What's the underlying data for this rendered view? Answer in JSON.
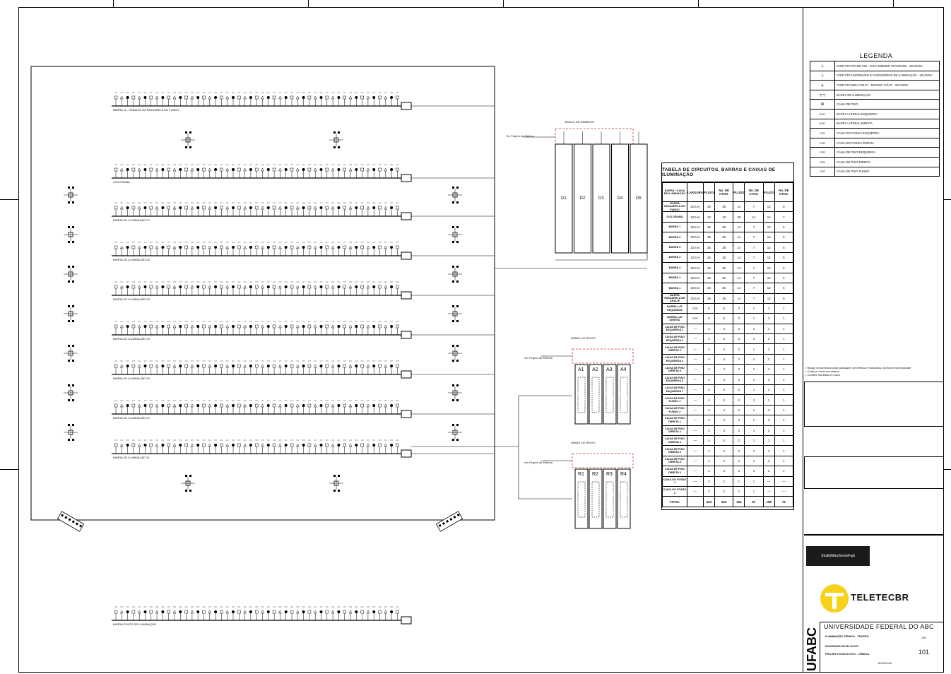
{
  "legend": {
    "title": "LEGENDA",
    "items": [
      {
        "icon": "stage-pin-connector-icon",
        "text": "CONTATO STAGE PIN - PARA DIMMER STANDARD - 20A/220V"
      },
      {
        "icon": "ground-connector-icon",
        "text": "CONTATO UNGROUND P/ ACESSÓRIOS DE ILUMINAÇÃO - 16A/220V"
      },
      {
        "icon": "half-turn-connector-icon",
        "text": "CONTATO MEIA VOLTA - MOVING LIGHT - 20A/220V"
      },
      {
        "icon": "lighting-bar-icon",
        "text": "BARRA DE ILUMINAÇÃO"
      },
      {
        "icon": "floor-box-icon",
        "text": "CAIXA DE PISO"
      },
      {
        "icon": "BLE",
        "text": "BARRA LATERAL ESQUERDA"
      },
      {
        "icon": "BLD",
        "text": "BARRA LATERAL DIREITA"
      },
      {
        "icon": "CFE",
        "text": "CAIXA DO FOSSO ESQUERDA"
      },
      {
        "icon": "CFD",
        "text": "CAIXA DO FOSSO DIREITA"
      },
      {
        "icon": "CPE",
        "text": "CAIXA DE PISO ESQUERDA"
      },
      {
        "icon": "CPD",
        "text": "CAIXA DE PISO DIREITA"
      },
      {
        "icon": "CPF",
        "text": "CAIXA DE PISO FUNDO"
      }
    ]
  },
  "circuit_table": {
    "title": "TABELA DE CIRCUITOS, BARRAS E CAIXAS DE ILUMINAÇÃO",
    "headers": [
      "BARRA / CAIXA DE ILUMINAÇÃO",
      "LARGURA",
      "PLUGS",
      "No. DE CTOS.",
      "PLUGS",
      "No. DE CTOS.",
      "PLUGS",
      "No. DE CTOS."
    ],
    "rows": [
      [
        "BARRA PASSARELA DO FUNDO",
        "22.5 m",
        "26",
        "26",
        "14",
        "7",
        "12",
        "6"
      ],
      [
        "CICLORAMA",
        "22.5 m",
        "10",
        "10",
        "28",
        "14",
        "14",
        "7"
      ],
      [
        "BARRA 7",
        "22.5 m",
        "26",
        "26",
        "14",
        "7",
        "12",
        "6"
      ],
      [
        "BARRA 6",
        "22.5 m",
        "26",
        "26",
        "14",
        "7",
        "12",
        "6"
      ],
      [
        "BARRA 5",
        "22.5 m",
        "26",
        "26",
        "14",
        "7",
        "12",
        "6"
      ],
      [
        "BARRA 4",
        "22.5 m",
        "26",
        "26",
        "14",
        "7",
        "12",
        "6"
      ],
      [
        "BARRA 3",
        "22.5 m",
        "26",
        "26",
        "14",
        "7",
        "12",
        "6"
      ],
      [
        "BARRA 2",
        "22.5 m",
        "26",
        "26",
        "14",
        "7",
        "12",
        "6"
      ],
      [
        "BARRA 1",
        "22.5 m",
        "26",
        "26",
        "14",
        "7",
        "12",
        "6"
      ],
      [
        "BARRA PASSARELA DE ARALIE",
        "22.5 m",
        "26",
        "26",
        "14",
        "7",
        "12",
        "6"
      ],
      [
        "BARRA LAT ESQUERDA",
        "3 m",
        "6",
        "6",
        "2",
        "1",
        "2",
        "1"
      ],
      [
        "BARRA LAT DIREITA",
        "3 m",
        "6",
        "6",
        "2",
        "1",
        "2",
        "1"
      ],
      [
        "CAIXA DE PISO ESQUERDA 1",
        "—",
        "4",
        "4",
        "2",
        "1",
        "2",
        "1"
      ],
      [
        "CAIXA DE PISO ESQUERDA 2",
        "—",
        "4",
        "4",
        "2",
        "1",
        "2",
        "1"
      ],
      [
        "CAIXA DE PISO DIREITA 3",
        "—",
        "4",
        "4",
        "2",
        "1",
        "2",
        "1"
      ],
      [
        "CAIXA DE PISO ESQUERDA 4",
        "—",
        "4",
        "4",
        "2",
        "1",
        "2",
        "1"
      ],
      [
        "CAIXA DE PISO DIREITA 5",
        "—",
        "4",
        "4",
        "2",
        "1",
        "2",
        "1"
      ],
      [
        "CAIXA DE PISO ESQUERDA 6",
        "—",
        "4",
        "4",
        "2",
        "1",
        "2",
        "1"
      ],
      [
        "CAIXA DE PISO ESQUERDA 7",
        "—",
        "4",
        "4",
        "2",
        "1",
        "2",
        "1"
      ],
      [
        "CAIXA DE PISO FUNDO 1",
        "—",
        "4",
        "4",
        "2",
        "1",
        "2",
        "1"
      ],
      [
        "CAIXA DE PISO FUNDO 2",
        "—",
        "4",
        "4",
        "2",
        "1",
        "2",
        "1"
      ],
      [
        "CAIXA DE PISO DIREITA 1",
        "—",
        "4",
        "4",
        "2",
        "1",
        "2",
        "1"
      ],
      [
        "CAIXA DE PISO DIREITA 2",
        "—",
        "4",
        "4",
        "2",
        "1",
        "2",
        "1"
      ],
      [
        "CAIXA DE PISO DIREITA 3",
        "—",
        "4",
        "4",
        "2",
        "1",
        "2",
        "1"
      ],
      [
        "CAIXA DE PISO DIREITA 4",
        "—",
        "4",
        "4",
        "2",
        "1",
        "2",
        "1"
      ],
      [
        "CAIXA DE PISO DIREITA 5",
        "—",
        "4",
        "4",
        "2",
        "1",
        "2",
        "1"
      ],
      [
        "CAIXA DE PISO DIREITA 6",
        "—",
        "4",
        "4",
        "2",
        "1",
        "2",
        "1"
      ],
      [
        "CAIXA DO FOSSO 1",
        "—",
        "2",
        "2",
        "1",
        "1",
        "—",
        "—"
      ],
      [
        "CAIXA DO FOSSO 2",
        "—",
        "2",
        "2",
        "1",
        "1",
        "—",
        "—"
      ]
    ],
    "total": [
      "TOTAL",
      "",
      "324",
      "324",
      "164",
      "97",
      "158",
      "79"
    ]
  },
  "bars": [
    {
      "label": "BARRA 11 - DEBAIXO DA PASSARELA DO FUNDO"
    },
    {
      "label": "CICLORAMA"
    },
    {
      "label": "BARRA DE ILUMINAÇÃO 07"
    },
    {
      "label": "BARRA DE ILUMINAÇÃO 06"
    },
    {
      "label": "BARRA DE ILUMINAÇÃO 05"
    },
    {
      "label": "BARRA DE ILUMINAÇÃO 04"
    },
    {
      "label": "BARRA DE ILUMINAÇÃO 03"
    },
    {
      "label": "BARRA DE ILUMINAÇÃO 02"
    },
    {
      "label": "BARRA DE ILUMINAÇÃO 01"
    },
    {
      "label": "BARRA PONTE DE ILUMINAÇÃO"
    }
  ],
  "panels": {
    "dimmer_bank_title": "BANCO DE DIMMERS",
    "dimmer_modules": [
      "D1",
      "D2",
      "D3",
      "D4",
      "D5"
    ],
    "relay_panel_1_title": "PAINEL DE RELES",
    "relay_panel_1": [
      "A1",
      "A2",
      "A3",
      "A4"
    ],
    "relay_panel_2_title": "PAINEL DE RELES",
    "relay_panel_2": [
      "R1",
      "R2",
      "R3",
      "R4"
    ],
    "see_dimmer_project": "Ver Projeto de Elétrica"
  },
  "title_block": {
    "company": "TELETECBR",
    "studio": "StudioMarchesiniFujii",
    "university": "UNIVERSIDADE FEDERAL DO ABC",
    "vertical_logo": "UFABC",
    "project": "ILUMINAÇÃO CÊNICA - TEATRO",
    "drawing": "DIAGRAMA DE BLOCOS",
    "phase": "PROJETO EXECUTIVO - CÊNICA",
    "sheet": "101",
    "sheet_small": "100",
    "date": "15/10/2015"
  },
  "notes": [
    "Rasgo na alvenaria para passagem de elétrica e hidráulica, conforme necessidade",
    "Cotas e níveis em metros",
    "Conferir medidas em obra"
  ]
}
